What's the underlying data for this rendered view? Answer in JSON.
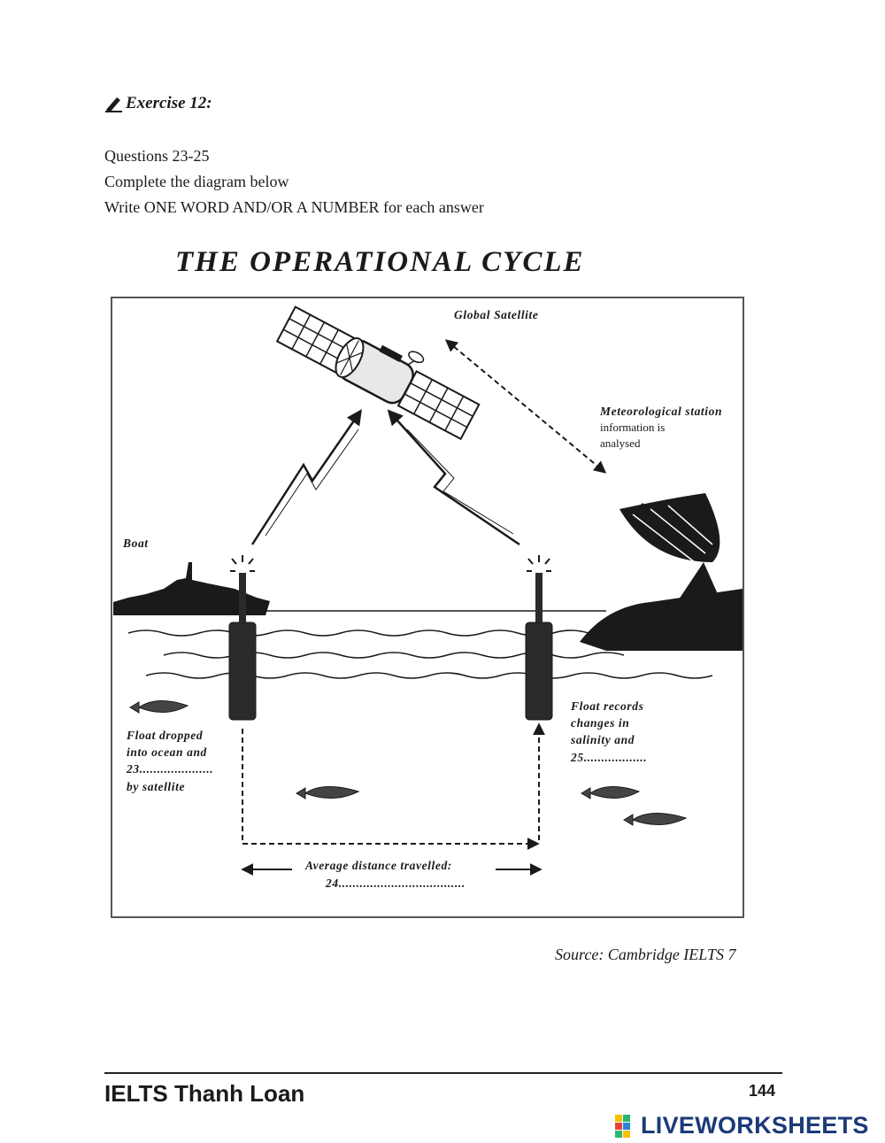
{
  "exercise": {
    "title": "Exercise 12:"
  },
  "instructions": {
    "line1": "Questions 23-25",
    "line2": "Complete the diagram below",
    "line3": "Write ONE WORD AND/OR A NUMBER for each answer"
  },
  "diagram": {
    "title": "THE OPERATIONAL CYCLE",
    "satellite_label": "Global Satellite",
    "station_label": "Meteorological station",
    "station_desc_1": "information is",
    "station_desc_2": "analysed",
    "boat_label": "Boat",
    "float_drop_1": "Float dropped",
    "float_drop_2": "into ocean and",
    "float_drop_3": "23.....................",
    "float_drop_4": "by satellite",
    "float_rec_1": "Float records",
    "float_rec_2": "changes in",
    "float_rec_3": "salinity and",
    "float_rec_4": "25..................",
    "distance_1": "Average distance travelled:",
    "distance_2": "24...................................."
  },
  "source": "Source: Cambridge IELTS 7",
  "footer": {
    "brand": "IELTS Thanh Loan",
    "page": "144",
    "watermark": "LIVEWORKSHEETS"
  },
  "colors": {
    "ink": "#1a1a1a",
    "watermark": "#1c3a78"
  }
}
